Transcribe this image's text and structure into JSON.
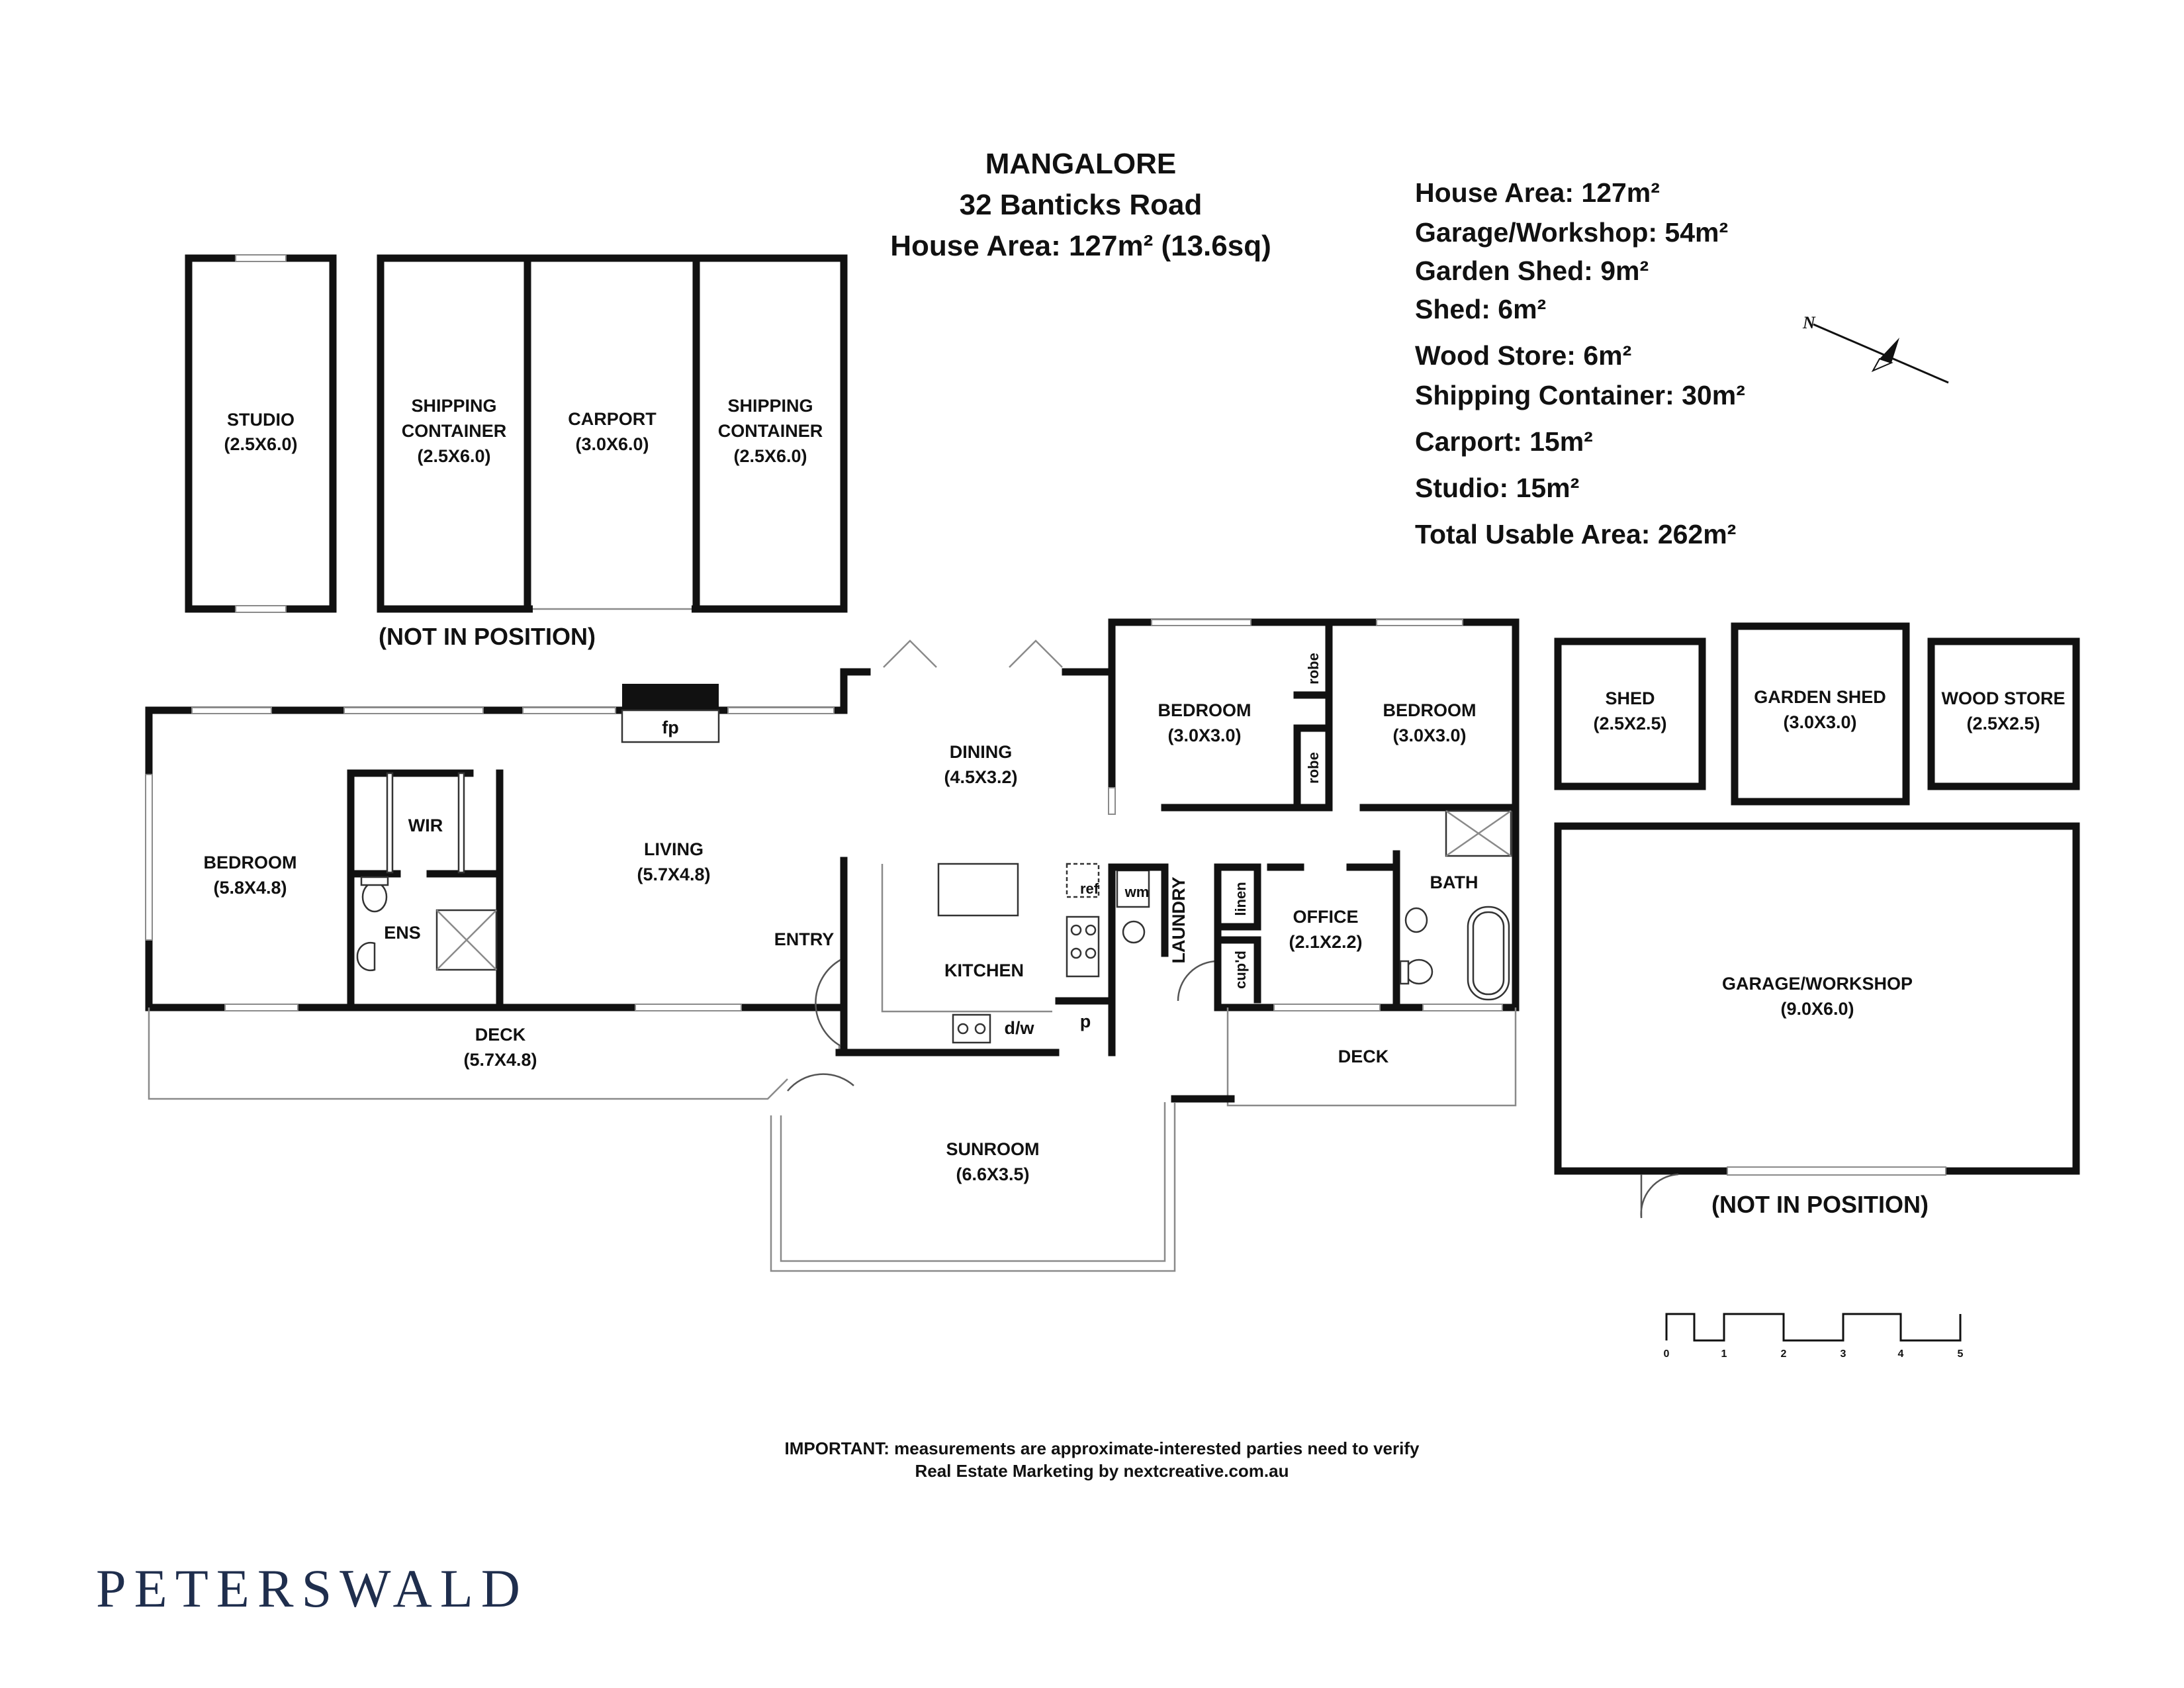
{
  "header": {
    "suburb": "MANGALORE",
    "address": "32 Banticks Road",
    "house_area": "House Area: 127m² (13.6sq)"
  },
  "area_summary": [
    "House Area: 127m²",
    "Garage/Workshop: 54m²",
    "Garden Shed: 9m²",
    "Shed: 6m²",
    "Wood Store: 6m²",
    "Shipping Container: 30m²",
    "Carport: 15m²",
    "Studio: 15m²",
    "Total Usable Area: 262m²"
  ],
  "compass": {
    "label": "N"
  },
  "rooms": {
    "studio": {
      "name": "STUDIO",
      "size": "(2.5X6.0)"
    },
    "shipping1": {
      "name1": "SHIPPING",
      "name2": "CONTAINER",
      "size": "(2.5X6.0)"
    },
    "carport": {
      "name": "CARPORT",
      "size": "(3.0X6.0)"
    },
    "shipping2": {
      "name1": "SHIPPING",
      "name2": "CONTAINER",
      "size": "(2.5X6.0)"
    },
    "bedroom_main": {
      "name": "BEDROOM",
      "size": "(5.8X4.8)"
    },
    "wir": {
      "name": "WIR"
    },
    "ens": {
      "name": "ENS"
    },
    "living": {
      "name": "LIVING",
      "size": "(5.7X4.8)"
    },
    "fp": {
      "name": "fp"
    },
    "dining": {
      "name": "DINING",
      "size": "(4.5X3.2)"
    },
    "entry": {
      "name": "ENTRY"
    },
    "kitchen": {
      "name": "KITCHEN"
    },
    "ref": {
      "name": "ref"
    },
    "wm": {
      "name": "wm"
    },
    "dw": {
      "name": "d/w"
    },
    "pantry": {
      "name": "p"
    },
    "laundry": {
      "name": "LAUNDRY"
    },
    "linen": {
      "name": "linen"
    },
    "cupd": {
      "name": "cup'd"
    },
    "office": {
      "name": "OFFICE",
      "size": "(2.1X2.2)"
    },
    "bath": {
      "name": "BATH"
    },
    "bedroom2": {
      "name": "BEDROOM",
      "size": "(3.0X3.0)"
    },
    "bedroom3": {
      "name": "BEDROOM",
      "size": "(3.0X3.0)"
    },
    "robe1": {
      "name": "robe"
    },
    "robe2": {
      "name": "robe"
    },
    "deck_left": {
      "name": "DECK",
      "size": "(5.7X4.8)"
    },
    "deck_right": {
      "name": "DECK"
    },
    "sunroom": {
      "name": "SUNROOM",
      "size": "(6.6X3.5)"
    },
    "shed": {
      "name": "SHED",
      "size": "(2.5X2.5)"
    },
    "garden_shed": {
      "name": "GARDEN SHED",
      "size": "(3.0X3.0)"
    },
    "wood_store": {
      "name": "WOOD STORE",
      "size": "(2.5X2.5)"
    },
    "garage": {
      "name": "GARAGE/WORKSHOP",
      "size": "(9.0X6.0)"
    }
  },
  "not_in_position_top": "(NOT IN POSITION)",
  "not_in_position_garage": "(NOT IN POSITION)",
  "scale_bar": {
    "ticks": [
      "0",
      "1",
      "2",
      "3",
      "4",
      "5"
    ]
  },
  "footer": {
    "disclaimer": "IMPORTANT: measurements are approximate-interested parties need to verify",
    "credit": "Real Estate Marketing by nextcreative.com.au"
  },
  "brand": "PETERSWALD"
}
